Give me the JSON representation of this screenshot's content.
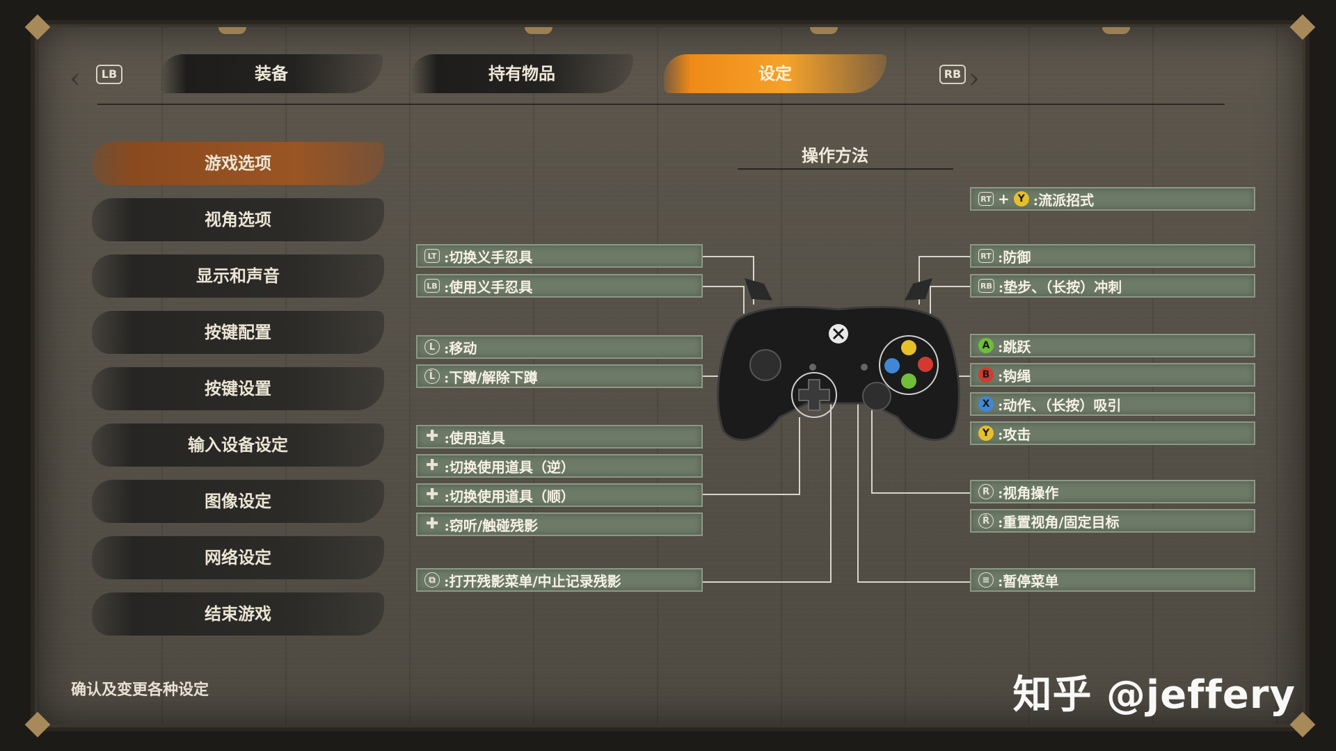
{
  "tabs": {
    "left_bumper": "LB",
    "right_bumper": "RB",
    "items": [
      {
        "label": "装备",
        "active": false
      },
      {
        "label": "持有物品",
        "active": false
      },
      {
        "label": "设定",
        "active": true
      }
    ]
  },
  "menu": {
    "items": [
      {
        "label": "游戏选项",
        "active": true
      },
      {
        "label": "视角选项",
        "active": false
      },
      {
        "label": "显示和声音",
        "active": false
      },
      {
        "label": "按键配置",
        "active": false
      },
      {
        "label": "按键设置",
        "active": false
      },
      {
        "label": "输入设备设定",
        "active": false
      },
      {
        "label": "图像设定",
        "active": false
      },
      {
        "label": "网络设定",
        "active": false
      },
      {
        "label": "结束游戏",
        "active": false
      }
    ]
  },
  "controls": {
    "title": "操作方法",
    "left": [
      {
        "key": "LT",
        "text": ":切换义手忍具"
      },
      {
        "key": "LB",
        "text": ":使用义手忍具"
      },
      {
        "key": "L",
        "text": ":移动"
      },
      {
        "key": "L̄",
        "text": ":下蹲/解除下蹲"
      },
      {
        "key": "✚",
        "text": ":使用道具"
      },
      {
        "key": "✚",
        "text": ":切换使用道具（逆）"
      },
      {
        "key": "✚",
        "text": ":切换使用道具（顺）"
      },
      {
        "key": "✚",
        "text": ":窃听/触碰残影"
      },
      {
        "key": "⧉",
        "text": ":打开残影菜单/中止记录残影"
      }
    ],
    "right": [
      {
        "key": "RT",
        "key2": "Y",
        "text": ":流派招式"
      },
      {
        "key": "RT",
        "text": ":防御"
      },
      {
        "key": "RB",
        "text": ":垫步、（长按）冲刺"
      },
      {
        "key": "A",
        "text": ":跳跃"
      },
      {
        "key": "B",
        "text": ":钩绳"
      },
      {
        "key": "X",
        "text": ":动作、（长按）吸引"
      },
      {
        "key": "Y",
        "text": ":攻击"
      },
      {
        "key": "R",
        "text": ":视角操作"
      },
      {
        "key": "R̄",
        "text": ":重置视角/固定目标"
      },
      {
        "key": "≡",
        "text": ":暂停菜单"
      }
    ]
  },
  "button_colors": {
    "A": "#6fbf3a",
    "B": "#d23a2f",
    "X": "#3f88d6",
    "Y": "#e6c02a"
  },
  "footer": {
    "hint": "确认及变更各种设定"
  },
  "watermark": "知乎 @jeffery",
  "icons": [
    "xbox-logo-icon",
    "chevron-left-icon",
    "chevron-right-icon",
    "dpad-icon"
  ]
}
